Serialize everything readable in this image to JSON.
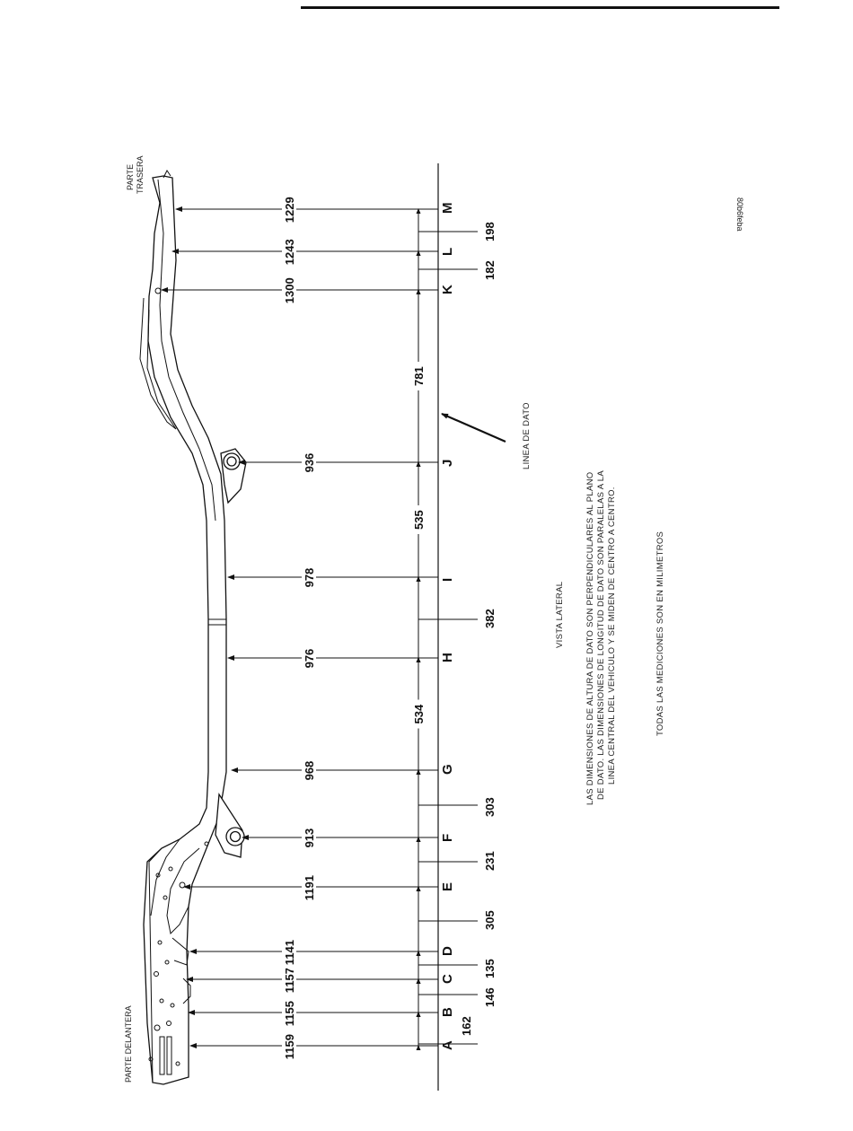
{
  "labels": {
    "front": "PARTE DELANTERA",
    "rear_line1": "PARTE",
    "rear_line2": "TRASERA",
    "datum_line": "LINEA DE DATO",
    "view": "VISTA LATERAL",
    "note_line1": "LAS DIMENSIONES DE ALTURA DE DATO SON PERPENDICULARES AL PLANO",
    "note_line2": "DE DATO. LAS DIMENSIONES DE LONGITUD DE DATO SON PARALELAS A LA",
    "note_line3": "LINEA CENTRAL DEL VEHICULO Y SE MIDEN DE CENTRO A CENTRO.",
    "units": "TODAS LAS MEDICIONES SON EN MILIMETROS",
    "figure_id": "80b6feba"
  },
  "points": [
    {
      "letter": "A",
      "height": "1159"
    },
    {
      "letter": "B",
      "height": "1155"
    },
    {
      "letter": "C",
      "height": "1157"
    },
    {
      "letter": "D",
      "height": "1141"
    },
    {
      "letter": "E",
      "height": "1191"
    },
    {
      "letter": "F",
      "height": "913"
    },
    {
      "letter": "G",
      "height": "968"
    },
    {
      "letter": "H",
      "height": "976"
    },
    {
      "letter": "I",
      "height": "978"
    },
    {
      "letter": "J",
      "height": "936"
    },
    {
      "letter": "K",
      "height": "1300"
    },
    {
      "letter": "L",
      "height": "1243"
    },
    {
      "letter": "M",
      "height": "1229"
    }
  ],
  "lengths": [
    {
      "between": "A-B",
      "value": "162"
    },
    {
      "between": "B-C",
      "value": "146"
    },
    {
      "between": "C-D",
      "value": "135"
    },
    {
      "between": "D-E",
      "value": "305"
    },
    {
      "between": "E-F",
      "value": "231"
    },
    {
      "between": "F-G",
      "value": "303"
    },
    {
      "between": "G-H",
      "value": "534"
    },
    {
      "between": "H-I",
      "value": "382"
    },
    {
      "between": "I-J",
      "value": "535"
    },
    {
      "between": "J-K",
      "value": "781"
    },
    {
      "between": "K-L",
      "value": "182"
    },
    {
      "between": "L-M",
      "value": "198"
    }
  ]
}
